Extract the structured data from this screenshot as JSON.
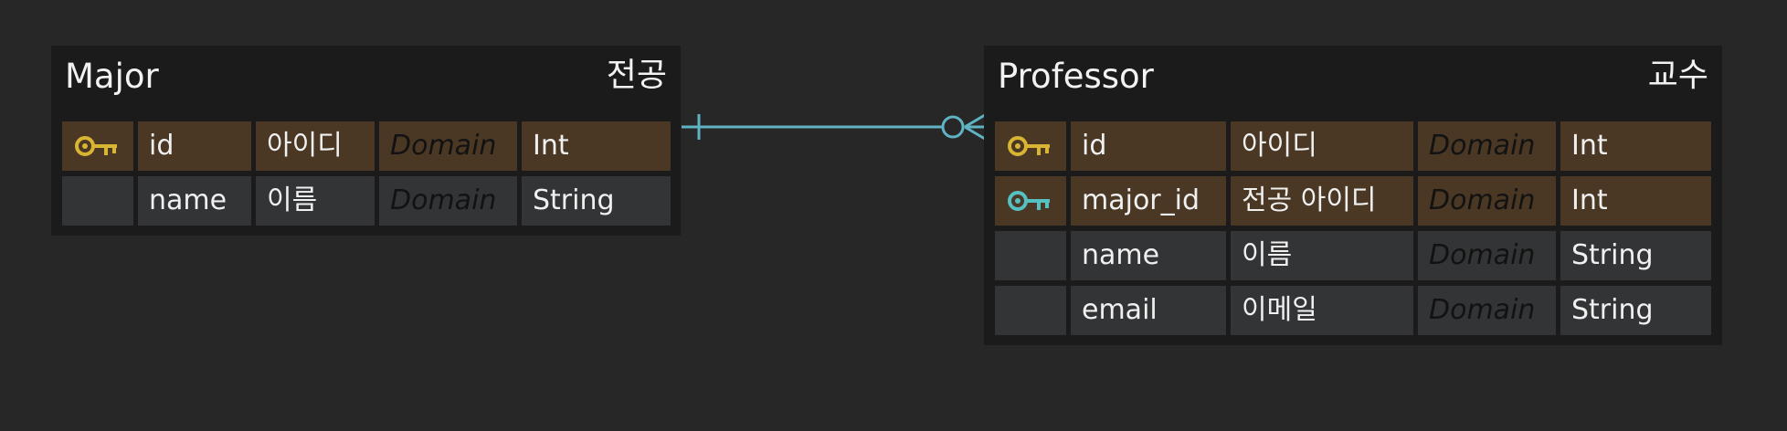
{
  "colors": {
    "background": "#272727",
    "entity_bg": "#1b1b1b",
    "pk_row": "#4a3825",
    "plain_row": "#333436",
    "text": "#f0f0f0",
    "domain_text": "#121212",
    "pk_icon": "#d8b532",
    "fk_icon": "#55c1c3",
    "relation_line": "#5fb3c2"
  },
  "entities": [
    {
      "name": "Major",
      "name_ko": "전공",
      "columns": [
        {
          "key": "pk-icon",
          "name": "id",
          "comment": "아이디",
          "domain": "Domain",
          "type": "Int"
        },
        {
          "key": "",
          "name": "name",
          "comment": "이름",
          "domain": "Domain",
          "type": "String"
        }
      ]
    },
    {
      "name": "Professor",
      "name_ko": "교수",
      "columns": [
        {
          "key": "pk-icon",
          "name": "id",
          "comment": "아이디",
          "domain": "Domain",
          "type": "Int"
        },
        {
          "key": "fk-icon",
          "name": "major_id",
          "comment": "전공 아이디",
          "domain": "Domain",
          "type": "Int"
        },
        {
          "key": "",
          "name": "name",
          "comment": "이름",
          "domain": "Domain",
          "type": "String"
        },
        {
          "key": "",
          "name": "email",
          "comment": "이메일",
          "domain": "Domain",
          "type": "String"
        }
      ]
    }
  ],
  "relationship": {
    "from": "Major",
    "to": "Professor",
    "from_cardinality": "one",
    "to_cardinality": "zero-or-many"
  }
}
